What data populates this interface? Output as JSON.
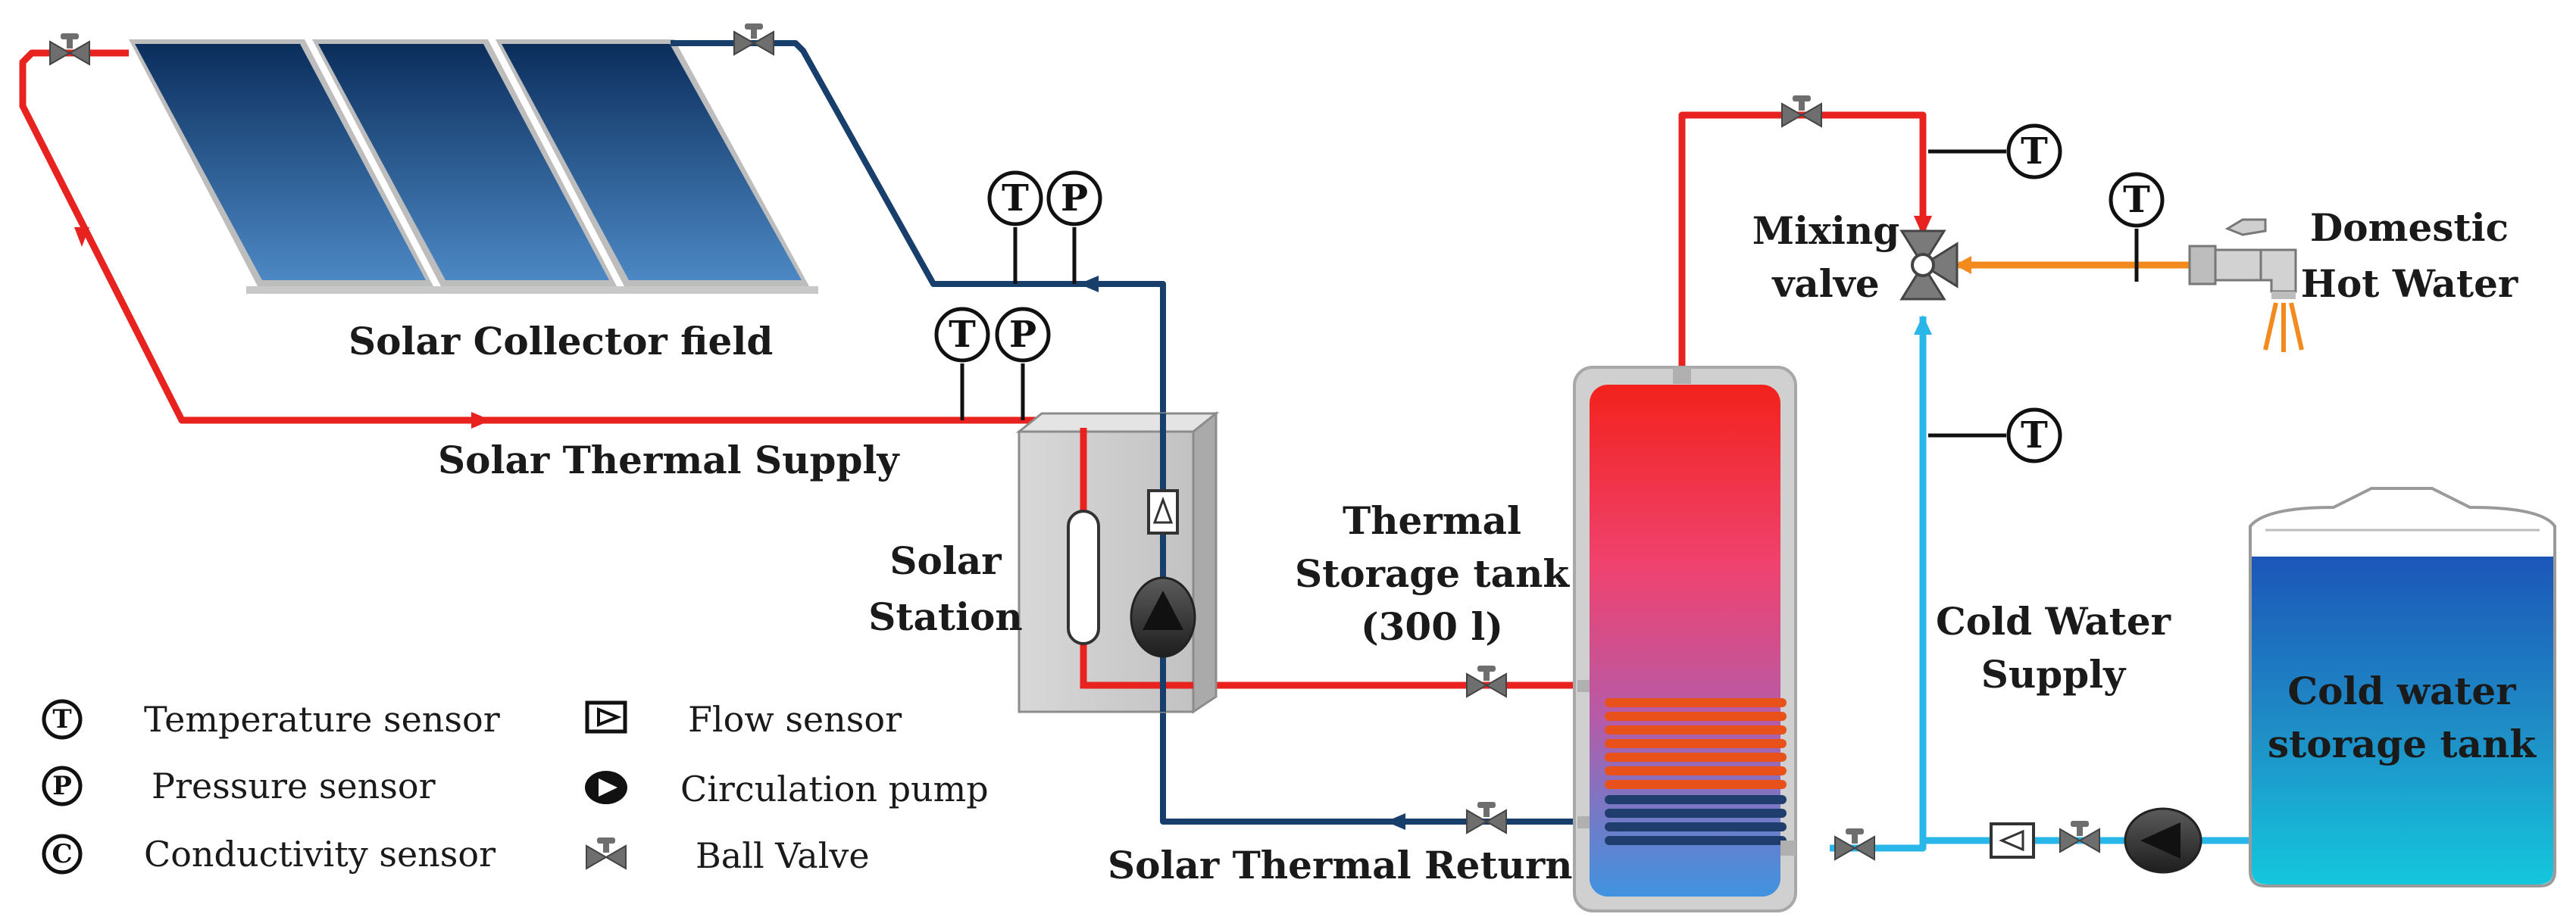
{
  "labels": {
    "collector_field": "Solar Collector field",
    "thermal_supply": "Solar Thermal Supply",
    "thermal_return": "Solar Thermal Return",
    "solar_station_1": "Solar",
    "solar_station_2": "Station",
    "storage_1": "Thermal",
    "storage_2": "Storage tank",
    "storage_3": "(300 l)",
    "mixing_1": "Mixing",
    "mixing_2": "valve",
    "dhw_1": "Domestic",
    "dhw_2": "Hot Water",
    "cold_supply_1": "Cold Water",
    "cold_supply_2": "Supply",
    "cold_tank_1": "Cold water",
    "cold_tank_2": "storage tank"
  },
  "sensor_letters": {
    "temperature": "T",
    "pressure": "P",
    "conductivity": "C"
  },
  "legend": {
    "temperature": "Temperature sensor",
    "pressure": "Pressure sensor",
    "conductivity": "Conductivity sensor",
    "flow": "Flow sensor",
    "pump": "Circulation pump",
    "valve": "Ball Valve"
  },
  "colors": {
    "hot": "#e8231f",
    "return": "#183e6b",
    "cold": "#29b6e8",
    "mixed": "#f28a1e",
    "collector_top": "#0b2e5c",
    "collector_bottom": "#4c88c4"
  }
}
